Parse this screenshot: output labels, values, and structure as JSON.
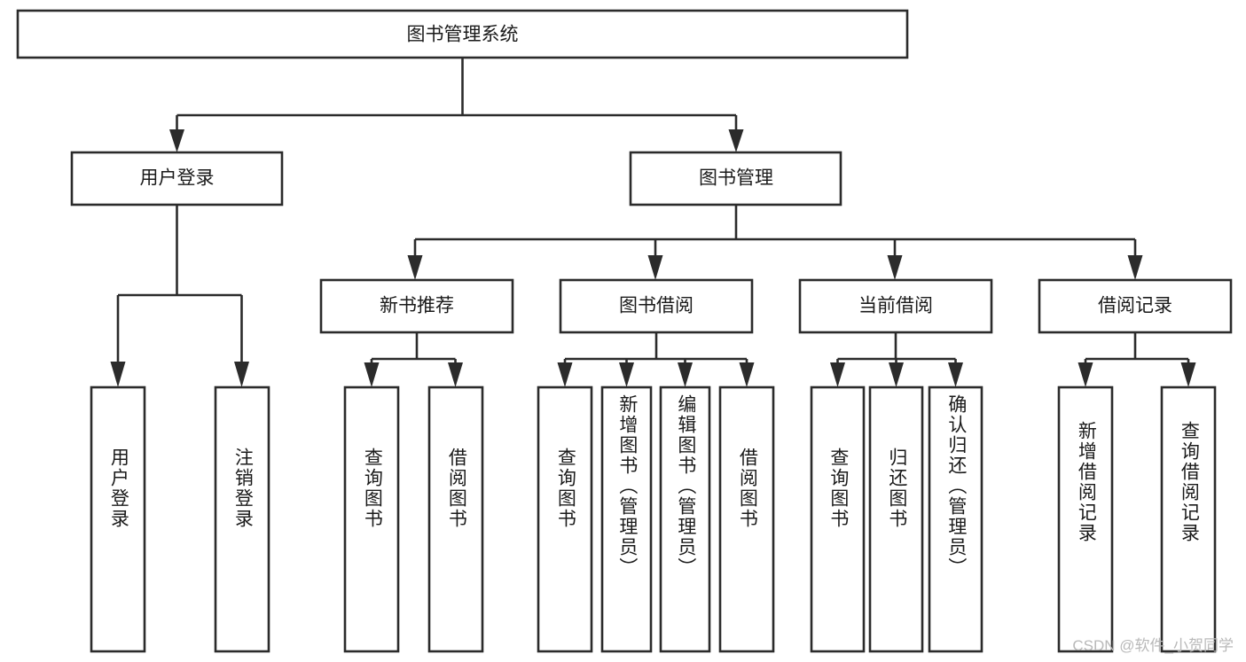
{
  "diagram": {
    "title": "图书管理系统",
    "type": "tree-hierarchy-diagram",
    "orientation": "top-down",
    "colors": {
      "stroke": "#2b2b2b",
      "fill": "#ffffff",
      "text": "#1a1a1a",
      "watermark": "#b9b9b9",
      "background": "#ffffff"
    },
    "root": {
      "label": "图书管理系统"
    },
    "level2": [
      {
        "label": "用户登录"
      },
      {
        "label": "图书管理"
      }
    ],
    "level3": [
      {
        "label": "新书推荐"
      },
      {
        "label": "图书借阅"
      },
      {
        "label": "当前借阅"
      },
      {
        "label": "借阅记录"
      }
    ],
    "leaves": {
      "user_login": [
        {
          "label": "用户登录"
        },
        {
          "label": "注销登录"
        }
      ],
      "new_book_recommend": [
        {
          "label": "查询图书"
        },
        {
          "label": "借阅图书"
        }
      ],
      "book_borrow": [
        {
          "label": "查询图书"
        },
        {
          "label": "新增图书（管理员）"
        },
        {
          "label": "编辑图书（管理员）"
        },
        {
          "label": "借阅图书"
        }
      ],
      "current_borrow": [
        {
          "label": "查询图书"
        },
        {
          "label": "归还图书"
        },
        {
          "label": "确认归还（管理员）"
        }
      ],
      "borrow_records": [
        {
          "label": "新增借阅记录"
        },
        {
          "label": "查询借阅记录"
        }
      ]
    }
  },
  "watermark": {
    "text": "CSDN @软件_小贺同学"
  }
}
